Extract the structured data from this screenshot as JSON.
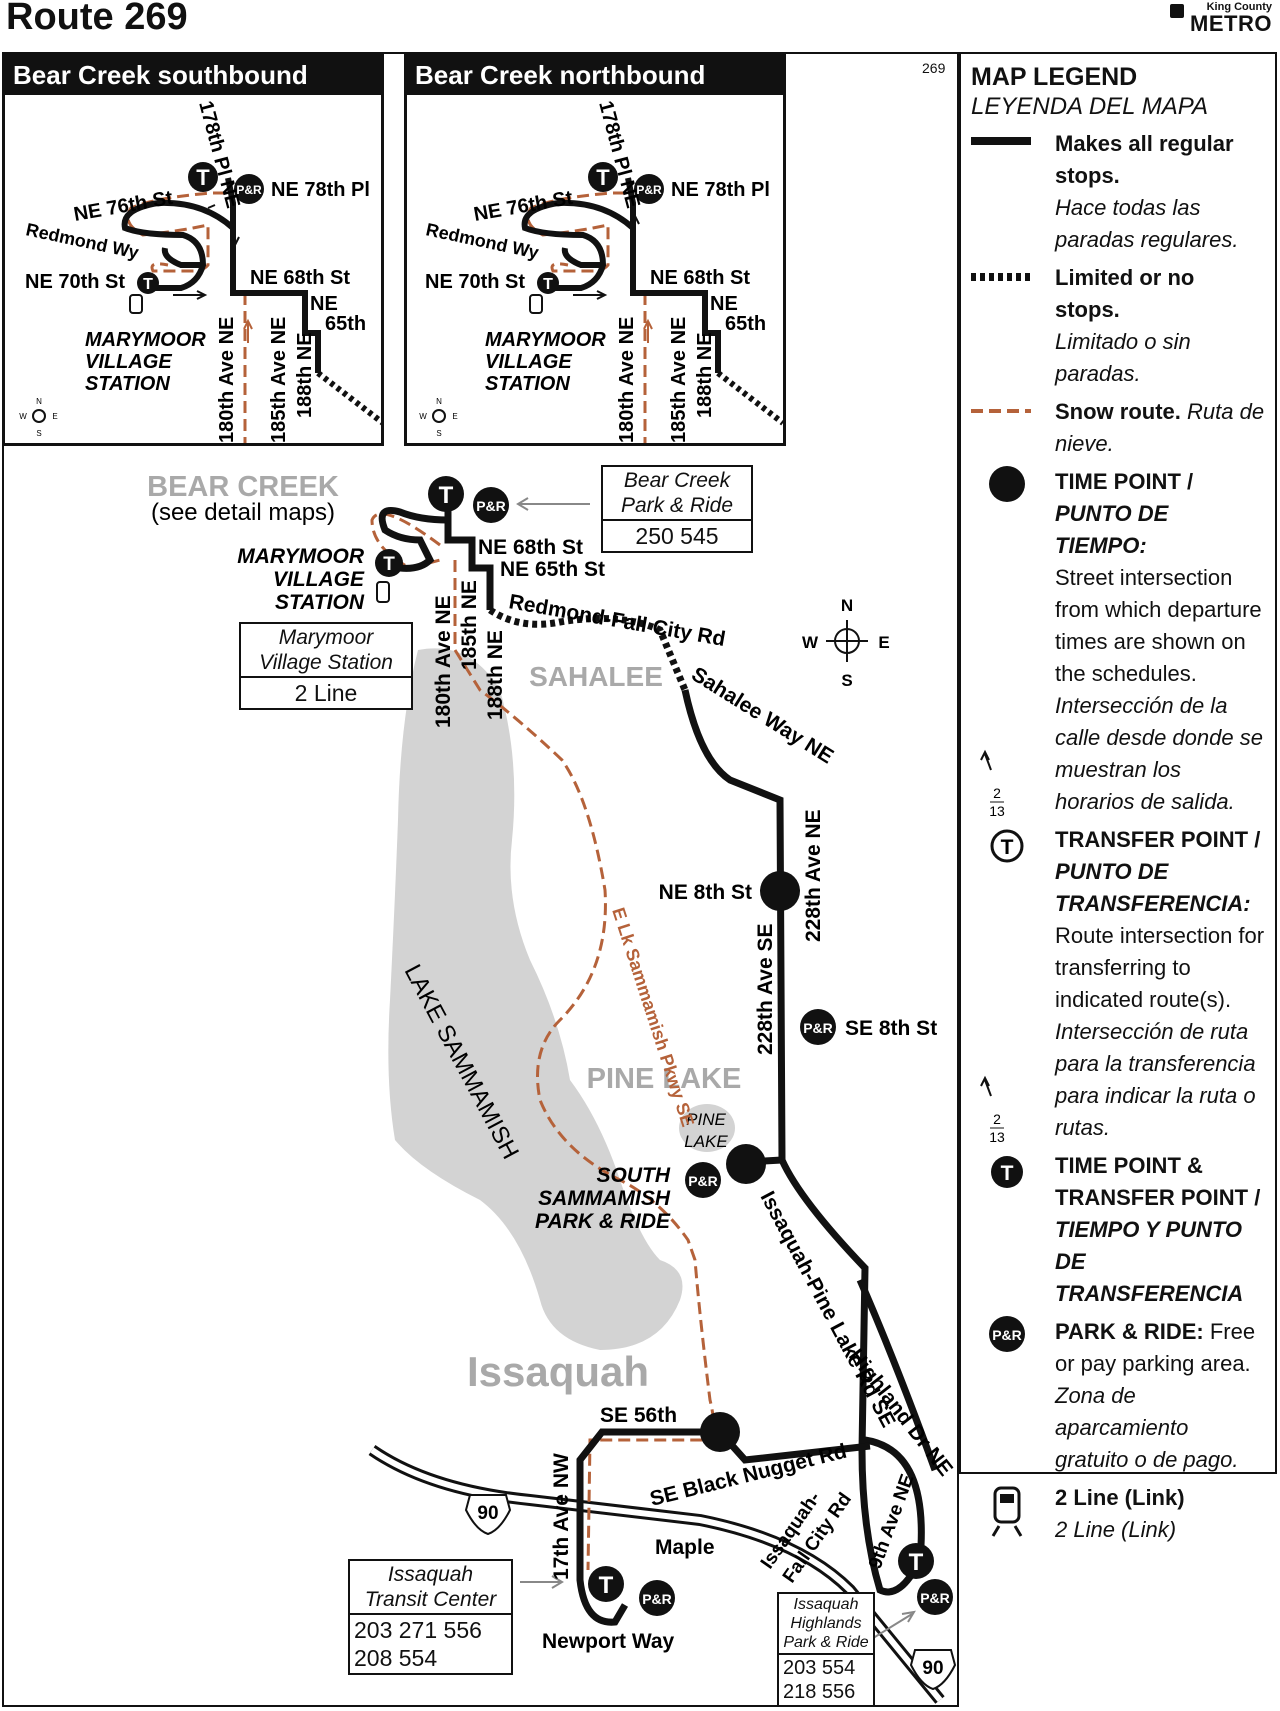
{
  "header": {
    "route_title": "Route 269",
    "agency_small": "King County",
    "agency_big": "METRO",
    "page_number": "269"
  },
  "insets": {
    "southbound_title": "Bear Creek southbound",
    "northbound_title": "Bear Creek northbound",
    "labels": {
      "pl178": "178th Pl NE",
      "ne78": "NE 78th Pl",
      "ne76": "NE 76th St",
      "redmond_wy": "Redmond Wy",
      "ne70": "NE 70th St",
      "ne68": "NE 68th St",
      "ne": "NE",
      "sixty5": "65th",
      "marymoor": [
        "MARYMOOR",
        "VILLAGE",
        "STATION"
      ],
      "ave180": "180th Ave NE",
      "ave185": "185th Ave NE",
      "ave188": "188th NE"
    }
  },
  "map": {
    "bear_creek": "BEAR CREEK",
    "see_detail": "(see detail maps)",
    "bear_creek_pr_box": {
      "title_1": "Bear Creek",
      "title_2": "Park & Ride",
      "routes": "250   545"
    },
    "marymoor_station": [
      "MARYMOOR",
      "VILLAGE",
      "STATION"
    ],
    "marymoor_box": {
      "title_1": "Marymoor",
      "title_2": "Village Station",
      "routes": "2 Line"
    },
    "streets": {
      "ne68": "NE 68th St",
      "ne65": "NE 65th St",
      "ave180": "180th Ave NE",
      "ave185": "185th NE",
      "ave188": "188th NE",
      "redmond_fall": "Redmond-Fall City Rd",
      "sahalee_way": "Sahalee Way NE",
      "ave228": "228th Ave NE",
      "ne8": "NE 8th St",
      "ave228se": "228th Ave SE",
      "se8": "SE 8th St",
      "e_lk": "E Lk Sammamish Pkwy SE",
      "issaquah_pine": "Issaquah-Pine Lake Rd SE",
      "highland": "Highland Dr NE",
      "se56": "SE 56th",
      "black_nugget": "SE Black Nugget Rd",
      "issaquah_fall_1": "Issaquah-",
      "issaquah_fall_2": "Fall City Rd",
      "ave9": "9th Ave NE",
      "maple": "Maple",
      "ave17": "17th Ave NW",
      "newport": "Newport Way",
      "i90": "90"
    },
    "areas": {
      "sahalee": "SAHALEE",
      "pine_lake": "PINE LAKE",
      "pine_lake_water": [
        "PINE",
        "LAKE"
      ],
      "lake_sammamish": "LAKE SAMMAMISH",
      "issaquah": "Issaquah"
    },
    "south_sammamish": [
      "SOUTH",
      "SAMMAMISH",
      "PARK & RIDE"
    ],
    "issaquah_tc_box": {
      "title_1": "Issaquah",
      "title_2": "Transit Center",
      "routes_1": "203  271  556",
      "routes_2": "208  554"
    },
    "issaquah_highlands_box": {
      "title_1": "Issaquah",
      "title_2": "Highlands",
      "title_3": "Park & Ride",
      "routes_1": "203  554",
      "routes_2": "218  556"
    },
    "compass": {
      "n": "N",
      "s": "S",
      "e": "E",
      "w": "W"
    },
    "symbols": {
      "transfer": "T",
      "park_ride": "P&R"
    }
  },
  "legend": {
    "title": "MAP LEGEND",
    "title_es": "LEYENDA DEL MAPA",
    "regular_stops": {
      "en": "Makes all regular stops.",
      "es": "Hace todas las paradas regulares."
    },
    "limited_stops": {
      "en": "Limited or no stops.",
      "es": "Limitado o sin paradas."
    },
    "snow_route": {
      "en": "Snow route.",
      "es": "Ruta de nieve."
    },
    "time_point": {
      "en_title": "TIME POINT / ",
      "es_title": "PUNTO DE TIEMPO:",
      "en_desc": "Street intersection from which departure times are shown on the schedules.",
      "es_desc": "Intersección de la calle desde donde se muestran los horarios de salida."
    },
    "transfer_point": {
      "en_title": "TRANSFER POINT / ",
      "es_title": "PUNTO DE TRANSFERENCIA:",
      "en_desc": "Route intersection for transferring to indicated route(s).",
      "es_desc": "Intersección de ruta para la transferencia para indicar la ruta o rutas.",
      "example_routes": [
        "2",
        "13"
      ]
    },
    "time_transfer": {
      "en_title": "TIME POINT & TRANSFER POINT / ",
      "es_title": "TIEMPO Y PUNTO DE TRANSFERENCIA"
    },
    "park_ride": {
      "en_title": "PARK & RIDE:",
      "en_desc": "Free or pay parking area.",
      "es_desc": "Zona de aparcamiento gratuito o de pago."
    },
    "link": {
      "en": "2 Line (Link)",
      "es": "2 Line (Link)"
    }
  },
  "colors": {
    "route": "#111111",
    "snow": "#b5623a",
    "water": "#d3d3d3",
    "area_label": "#a9a9a9",
    "transfer_arrow": "#888888"
  }
}
